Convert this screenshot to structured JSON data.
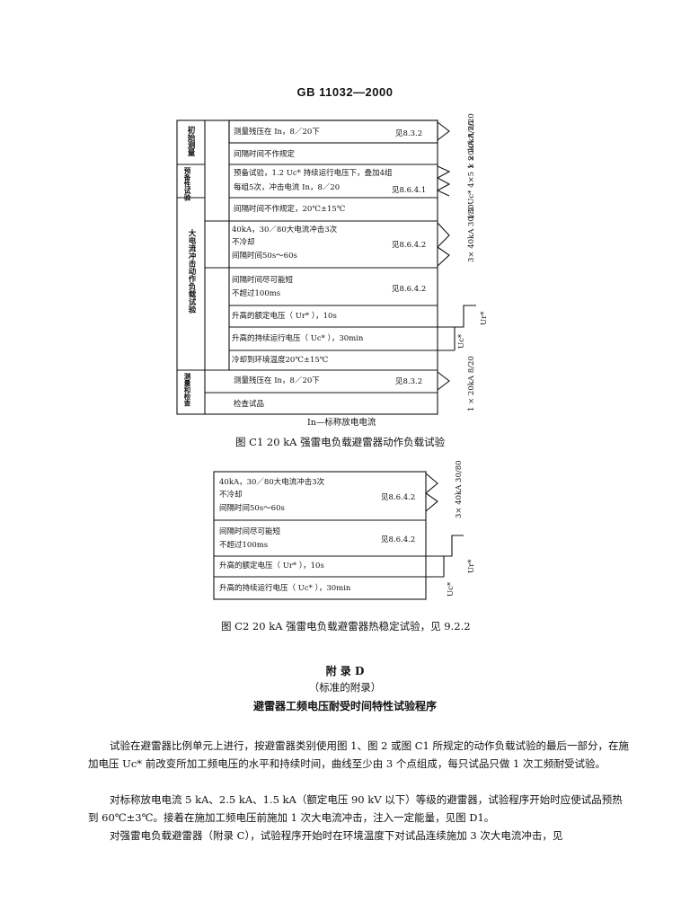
{
  "header": {
    "code": "GB  11032—2000"
  },
  "fig_c1": {
    "groups": [
      "初始测量",
      "预备性试验",
      "大电流冲击动作负载试验",
      "测量和检查"
    ],
    "rows": [
      {
        "text": "测量残压在 In，8／20下",
        "ref": "见8.3.2"
      },
      {
        "text": "间隔时间不作规定",
        "ref": ""
      },
      {
        "text": "预备试验，1.2 Uc* 持续运行电压下，叠加4组",
        "ref": ""
      },
      {
        "text": "每组5次，冲击电流 In，8／20",
        "ref": "见8.6.4.1"
      },
      {
        "text": "间隔时间不作规定，20℃±15℃",
        "ref": ""
      },
      {
        "text": "40kA，30／80大电流冲击3次",
        "ref": ""
      },
      {
        "text": "不冷却",
        "ref": "见8.6.4.2"
      },
      {
        "text": "间隔时间50s～60s",
        "ref": ""
      },
      {
        "text": "间隔时间尽可能短",
        "ref": ""
      },
      {
        "text": "不超过100ms",
        "ref": "见8.6.4.2"
      },
      {
        "text": "升高的额定电压（ Ur* ），10s",
        "ref": ""
      },
      {
        "text": "升高的持续运行电压（ Uc* ），30min",
        "ref": ""
      },
      {
        "text": "冷却到环境温度20℃±15℃",
        "ref": ""
      },
      {
        "text": "测量残压在 In，8／20下",
        "ref": "见8.3.2"
      },
      {
        "text": "检查试品",
        "ref": ""
      }
    ],
    "side_labels": [
      "1 × 20kA 8/20",
      "1.2 Uc* 4×5 × 20kA 8/20",
      "3× 40kA 30/80",
      "Ur*",
      "Uc*",
      "1 × 20kA 8/20"
    ],
    "note": "In—标称放电电流",
    "caption": "图 C1    20 kA 强雷电负载避雷器动作负载试验"
  },
  "fig_c2": {
    "rows": [
      {
        "text": "40kA，30／80大电流冲击3次",
        "ref": ""
      },
      {
        "text": "不冷却",
        "ref": "见8.6.4.2"
      },
      {
        "text": "间隔时间50s～60s",
        "ref": ""
      },
      {
        "text": "间隔时间尽可能短",
        "ref": ""
      },
      {
        "text": "不超过100ms",
        "ref": "见8.6.4.2"
      },
      {
        "text": "升高的额定电压（ Ur* ），10s",
        "ref": ""
      },
      {
        "text": "升高的持续运行电压（ Uc* ），30min",
        "ref": ""
      }
    ],
    "side_labels": [
      "3× 40kA 30/80",
      "Ur*",
      "Uc*"
    ],
    "caption": "图 C2    20 kA 强雷电负载避雷器热稳定试验，见 9.2.2"
  },
  "appendix": {
    "title": "附    录    D",
    "subtitle": "（标准的附录）",
    "heading": "避雷器工频电压耐受时间特性试验程序"
  },
  "paragraphs": [
    "试验在避雷器比例单元上进行，按避雷器类别使用图 1、图 2 或图 C1 所规定的动作负载试验的最后一部分，在施加电压 Uc* 前改变所加工频电压的水平和持续时间，曲线至少由 3 个点组成，每只试品只做 1 次工频耐受试验。",
    "对标称放电电流 5 kA、2.5 kA、1.5 kA（额定电压 90 kV 以下）等级的避雷器，试验程序开始时应使试品预热到 60℃±3℃。接着在施加工频电压前施加 1 次大电流冲击，注入一定能量，见图 D1。",
    "对强雷电负载避雷器（附录 C），试验程序开始时在环境温度下对试品连续施加 3 次大电流冲击，见"
  ]
}
